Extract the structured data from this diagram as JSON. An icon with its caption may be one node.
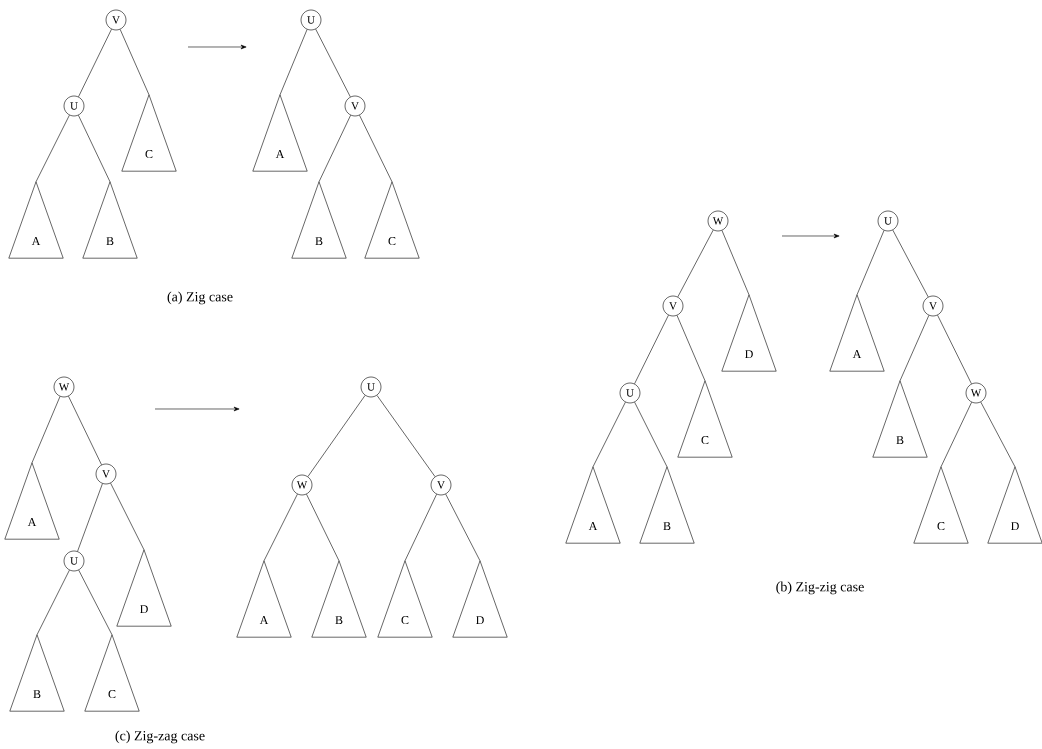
{
  "diagram": {
    "nodes": [
      {
        "text": [
          "V"
        ]
      },
      {
        "text": [
          "U"
        ]
      },
      {
        "text": [
          "C"
        ]
      },
      {
        "text": [
          "A"
        ]
      },
      {
        "text": [
          "B"
        ]
      },
      {
        "text": [
          "U"
        ]
      },
      {
        "text": [
          "A"
        ]
      },
      {
        "text": [
          "V"
        ]
      },
      {
        "text": [
          "B"
        ]
      },
      {
        "text": [
          "C"
        ]
      },
      {
        "text": [
          "W"
        ]
      },
      {
        "text": [
          "V"
        ]
      },
      {
        "text": [
          "D"
        ]
      },
      {
        "text": [
          "U"
        ]
      },
      {
        "text": [
          "C"
        ]
      },
      {
        "text": [
          "A"
        ]
      },
      {
        "text": [
          "B"
        ]
      },
      {
        "text": [
          "U"
        ]
      },
      {
        "text": [
          "A"
        ]
      },
      {
        "text": [
          "V"
        ]
      },
      {
        "text": [
          "B"
        ]
      },
      {
        "text": [
          "W"
        ]
      },
      {
        "text": [
          "C"
        ]
      },
      {
        "text": [
          "D"
        ]
      },
      {
        "text": [
          "W"
        ]
      },
      {
        "text": [
          "A"
        ]
      },
      {
        "text": [
          "V"
        ]
      },
      {
        "text": [
          "U"
        ]
      },
      {
        "text": [
          "D"
        ]
      },
      {
        "text": [
          "B"
        ]
      },
      {
        "text": [
          "C"
        ]
      },
      {
        "text": [
          "U"
        ]
      },
      {
        "text": [
          "W"
        ]
      },
      {
        "text": [
          "V"
        ]
      },
      {
        "text": [
          "A"
        ]
      },
      {
        "text": [
          "B"
        ]
      },
      {
        "text": [
          "C"
        ]
      },
      {
        "text": [
          "D"
        ]
      }
    ],
    "edges": [
      {
        "from": 0,
        "to": 1,
        "arrow": "none"
      },
      {
        "from": 0,
        "to": 2,
        "arrow": "none"
      },
      {
        "from": 1,
        "to": 3,
        "arrow": "none"
      },
      {
        "from": 1,
        "to": 4,
        "arrow": "none"
      },
      {
        "from": 5,
        "to": 6,
        "arrow": "none"
      },
      {
        "from": 5,
        "to": 7,
        "arrow": "none"
      },
      {
        "from": 7,
        "to": 8,
        "arrow": "none"
      },
      {
        "from": 7,
        "to": 9,
        "arrow": "none"
      },
      {
        "from": 10,
        "to": 11,
        "arrow": "none"
      },
      {
        "from": 10,
        "to": 12,
        "arrow": "none"
      },
      {
        "from": 11,
        "to": 13,
        "arrow": "none"
      },
      {
        "from": 11,
        "to": 14,
        "arrow": "none"
      },
      {
        "from": 13,
        "to": 15,
        "arrow": "none"
      },
      {
        "from": 13,
        "to": 16,
        "arrow": "none"
      },
      {
        "from": 17,
        "to": 18,
        "arrow": "none"
      },
      {
        "from": 17,
        "to": 19,
        "arrow": "none"
      },
      {
        "from": 19,
        "to": 20,
        "arrow": "none"
      },
      {
        "from": 19,
        "to": 21,
        "arrow": "none"
      },
      {
        "from": 21,
        "to": 22,
        "arrow": "none"
      },
      {
        "from": 21,
        "to": 23,
        "arrow": "none"
      },
      {
        "from": 24,
        "to": 25,
        "arrow": "none"
      },
      {
        "from": 24,
        "to": 26,
        "arrow": "none"
      },
      {
        "from": 26,
        "to": 27,
        "arrow": "none"
      },
      {
        "from": 26,
        "to": 28,
        "arrow": "none"
      },
      {
        "from": 27,
        "to": 29,
        "arrow": "none"
      },
      {
        "from": 27,
        "to": 30,
        "arrow": "none"
      },
      {
        "from": 31,
        "to": 32,
        "arrow": "none"
      },
      {
        "from": 31,
        "to": 33,
        "arrow": "none"
      },
      {
        "from": 32,
        "to": 34,
        "arrow": "none"
      },
      {
        "from": 32,
        "to": 35,
        "arrow": "none"
      },
      {
        "from": 33,
        "to": 36,
        "arrow": "none"
      },
      {
        "from": 33,
        "to": 37,
        "arrow": "none"
      }
    ],
    "labels": [
      "(a) Zig case",
      "(b) Zig-zig case",
      "(c) Zig-zag case"
    ]
  }
}
